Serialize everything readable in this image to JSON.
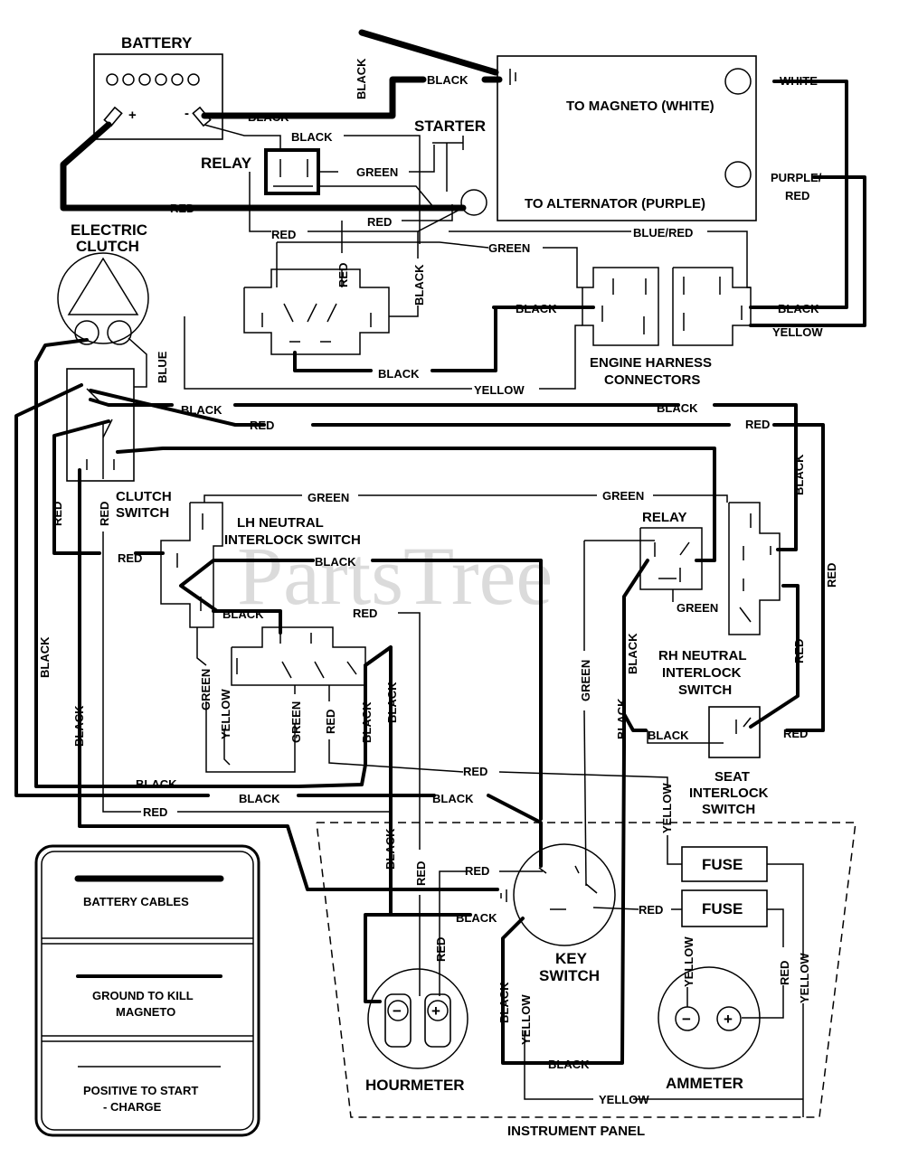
{
  "watermark": "PartsTree",
  "components": {
    "battery": "BATTERY",
    "battery_pos": "+",
    "battery_neg": "-",
    "starter": "STARTER",
    "relay_top": "RELAY",
    "electric_clutch_1": "ELECTRIC",
    "electric_clutch_2": "CLUTCH",
    "to_magneto": "TO MAGNETO (WHITE)",
    "to_alternator": "TO ALTERNATOR (PURPLE)",
    "engine_harness_1": "ENGINE HARNESS",
    "engine_harness_2": "CONNECTORS",
    "clutch_switch_1": "CLUTCH",
    "clutch_switch_2": "SWITCH",
    "lh_neutral_1": "LH NEUTRAL",
    "lh_neutral_2": "INTERLOCK SWITCH",
    "relay_mid": "RELAY",
    "rh_neutral_1": "RH NEUTRAL",
    "rh_neutral_2": "INTERLOCK",
    "rh_neutral_3": "SWITCH",
    "seat_1": "SEAT",
    "seat_2": "INTERLOCK",
    "seat_3": "SWITCH",
    "fuse_1": "FUSE",
    "fuse_2": "FUSE",
    "key_switch_1": "KEY",
    "key_switch_2": "SWITCH",
    "hourmeter": "HOURMETER",
    "ammeter": "AMMETER",
    "instrument_panel": "INSTRUMENT PANEL",
    "meter_minus": "−",
    "meter_plus": "+"
  },
  "wires": {
    "black_1": "BLACK",
    "black_2": "BLACK",
    "black_3": "BLACK",
    "black_4": "BLACK",
    "black_5": "BLACK",
    "black_6": "BLACK",
    "black_7": "BLACK",
    "black_8": "BLACK",
    "black_9": "BLACK",
    "black_10": "BLACK",
    "black_11": "BLACK",
    "black_12": "BLACK",
    "black_13": "BLACK",
    "black_14": "BLACK",
    "black_15": "BLACK",
    "black_16": "BLACK",
    "black_17": "BLACK",
    "black_18": "BLACK",
    "black_19": "BLACK",
    "black_20": "BLACK",
    "black_21": "BLACK",
    "black_22": "BLACK",
    "black_23": "BLACK",
    "black_24": "BLACK",
    "black_25": "BLACK",
    "black_26": "BLACK",
    "black_27": "BLACK",
    "red_1": "RED",
    "red_2": "RED",
    "red_3": "RED",
    "red_4": "RED",
    "red_5": "RED",
    "red_6": "RED",
    "red_7": "RED",
    "red_8": "RED",
    "red_9": "RED",
    "red_10": "RED",
    "red_11": "RED",
    "red_12": "RED",
    "red_13": "RED",
    "red_14": "RED",
    "red_15": "RED",
    "red_16": "RED",
    "red_17": "RED",
    "red_18": "RED",
    "red_19": "RED",
    "red_20": "RED",
    "red_21": "RED",
    "green_1": "GREEN",
    "green_2": "GREEN",
    "green_3": "GREEN",
    "green_4": "GREEN",
    "green_5": "GREEN",
    "green_6": "GREEN",
    "green_7": "GREEN",
    "green_8": "GREEN",
    "yellow_1": "YELLOW",
    "yellow_2": "YELLOW",
    "yellow_3": "YELLOW",
    "yellow_4": "YELLOW",
    "yellow_5": "YELLOW",
    "yellow_6": "YELLOW",
    "yellow_7": "YELLOW",
    "yellow_8": "YELLOW",
    "white": "WHITE",
    "purple_red_1": "PURPLE/",
    "purple_red_2": "RED",
    "blue_red": "BLUE/RED",
    "blue": "BLUE"
  },
  "legend": {
    "battery_cables": "BATTERY CABLES",
    "ground_1": "GROUND TO KILL",
    "ground_2": "MAGNETO",
    "positive_1": "POSITIVE TO START",
    "positive_2": "- CHARGE"
  }
}
